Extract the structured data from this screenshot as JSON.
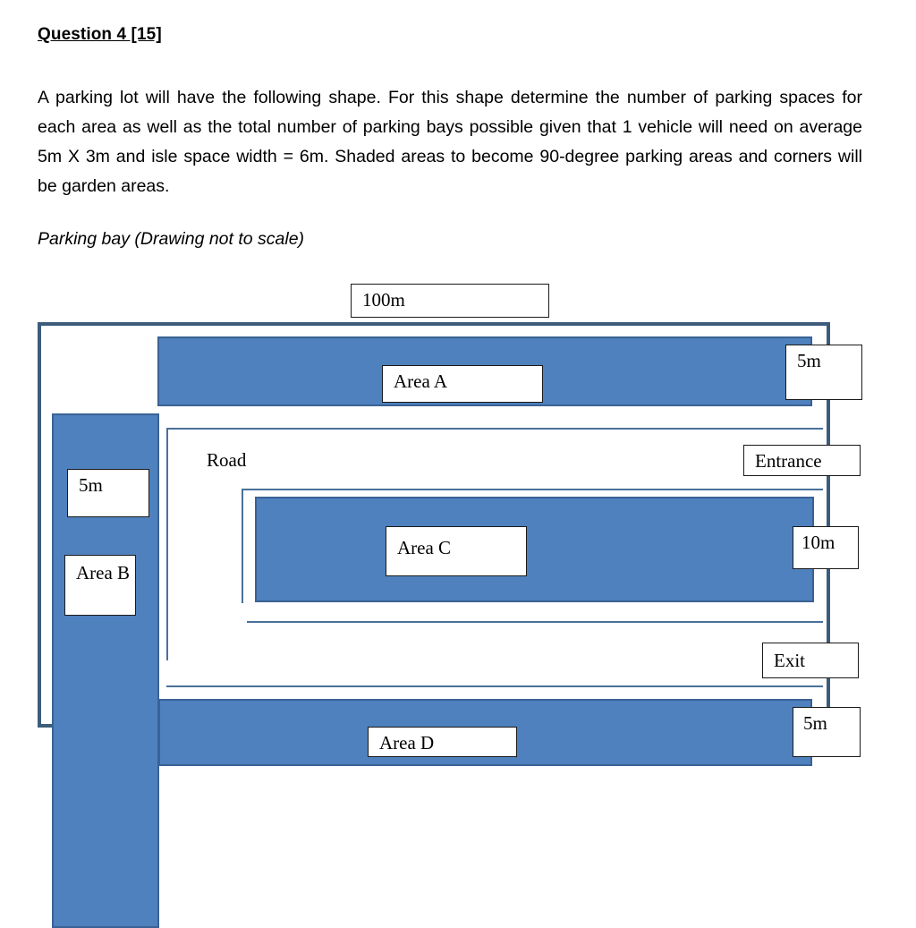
{
  "document": {
    "heading": "Question 4 [15]",
    "body": "A parking lot will have the following shape. For this shape determine the number of parking spaces for each area as well as the total number of parking bays possible given that 1 vehicle will need on average 5m X 3m and isle space width = 6m. Shaded areas to become 90-degree parking areas and corners will be garden areas.",
    "caption": "Parking bay (Drawing not to scale)"
  },
  "diagram": {
    "title": "parking-lot-plan",
    "colors": {
      "shaded_fill": "#4E81BD",
      "shaded_border": "#3A6295",
      "lot_outline": "#3D5C7A",
      "road_line": "#4A7199",
      "label_background": "#FFFFFF",
      "label_border": "#1A1A1A"
    },
    "labels": {
      "top_dimension": "100m",
      "area_a": "Area A",
      "right_top_dimension": "5m",
      "entrance": "Entrance",
      "left_dimension": "5m",
      "area_b": "Area B",
      "road": "Road",
      "area_c": "Area C",
      "right_middle_dimension": "10m",
      "exit": "Exit",
      "area_d": "Area D",
      "right_bottom_dimension": "5m"
    }
  }
}
